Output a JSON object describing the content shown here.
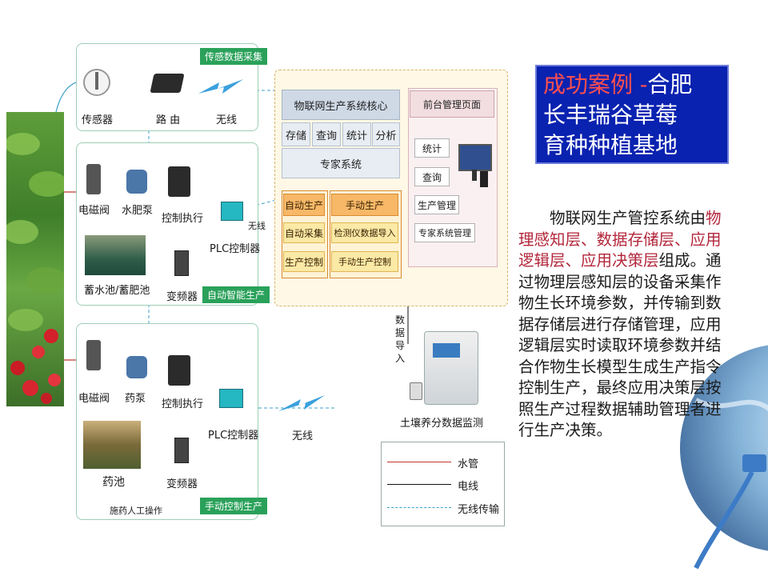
{
  "top_panel": {
    "tag": "传感数据采集",
    "sensor": "传感器",
    "router": "路 由",
    "wireless": "无线"
  },
  "mid_panel": {
    "tag": "自动智能生产",
    "valve": "电磁阀",
    "pump": "水肥泵",
    "control": "控制执行",
    "plc": "PLC控制器",
    "pool": "蓄水池/蓄肥池",
    "inverter": "变频器",
    "wireless": "无线"
  },
  "bottom_panel": {
    "tag": "手动控制生产",
    "valve": "电磁阀",
    "pump": "药泵",
    "control": "控制执行",
    "plc": "PLC控制器",
    "pool": "药池",
    "inverter": "变频器",
    "manual": "施药人工操作",
    "wireless": "无线"
  },
  "core": {
    "title": "物联网生产系统核心",
    "cells": [
      "存储",
      "查询",
      "统计",
      "分析"
    ],
    "expert": "专家系统",
    "auto_title": "自动生产",
    "auto_items": [
      "自动采集",
      "生产控制"
    ],
    "manual_title": "手动生产",
    "manual_items": [
      "检测仪数据导入",
      "手动生产控制"
    ]
  },
  "front": {
    "title": "前台管理页面",
    "items": [
      "统计",
      "查询",
      "生产管理",
      "专家系统管理"
    ]
  },
  "soil": {
    "import_label": "数据导入",
    "label": "土壤养分数据监测"
  },
  "legend": {
    "items": [
      {
        "label": "水管",
        "color": "#c0392b"
      },
      {
        "label": "电线",
        "color": "#111111"
      },
      {
        "label": "无线传输",
        "color": "#3aa0c8"
      }
    ]
  },
  "title": {
    "line1_prefix": "成功案例",
    "line1_dash": " -",
    "line1_suffix": "合肥",
    "line2": "长丰瑞谷草莓",
    "line3": "育种种植基地"
  },
  "description": {
    "p1": "物联网生产管控系统由",
    "h1": "物理感知层、数据存储层、应用逻辑层、应用决策层",
    "p2": "组成。通过物理层感知层的设备采集作物生长环境参数，并传输到数据存储层进行存储管理，应用逻辑层实时读取环境参数并结合作物生长模型生成生产指令控制生产，最终应用决策层按照生产过程数据辅助管理者进行生产决策。"
  }
}
